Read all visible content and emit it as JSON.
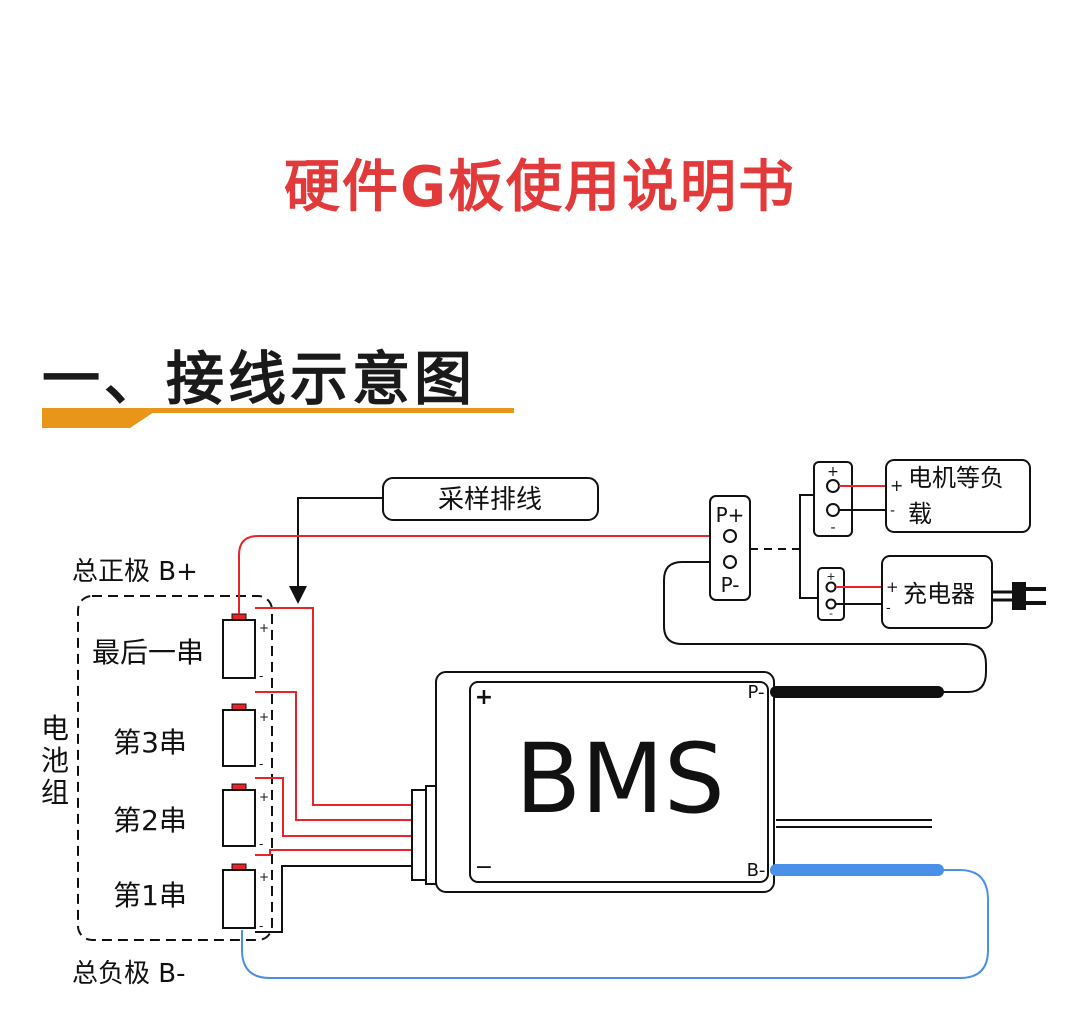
{
  "header": {
    "title": "硬件G板使用说明书"
  },
  "section": {
    "title": "一、接线示意图",
    "underline_color": "#e8961a"
  },
  "diagram": {
    "labels": {
      "sampling_cable": "采样排线",
      "total_positive": "总正极 B+",
      "total_negative": "总负极 B-",
      "battery_pack": [
        "电",
        "池",
        "组"
      ],
      "cells": [
        "最后一串",
        "第3串",
        "第2串",
        "第1串"
      ],
      "bms": "BMS",
      "bms_plus": "+",
      "bms_minus": "−",
      "bms_p_minus": "P-",
      "bms_b_minus": "B-",
      "p_plus": "P+",
      "p_minus": "P-",
      "load_line1": "电机等负",
      "load_line2": "载",
      "charger": "充电器",
      "cell_plus": "+",
      "cell_minus": "-",
      "term_plus": "+",
      "term_minus": "-"
    },
    "colors": {
      "red_wire": "#e8242a",
      "blue_wire": "#4a8fe8",
      "black": "#111111"
    }
  }
}
